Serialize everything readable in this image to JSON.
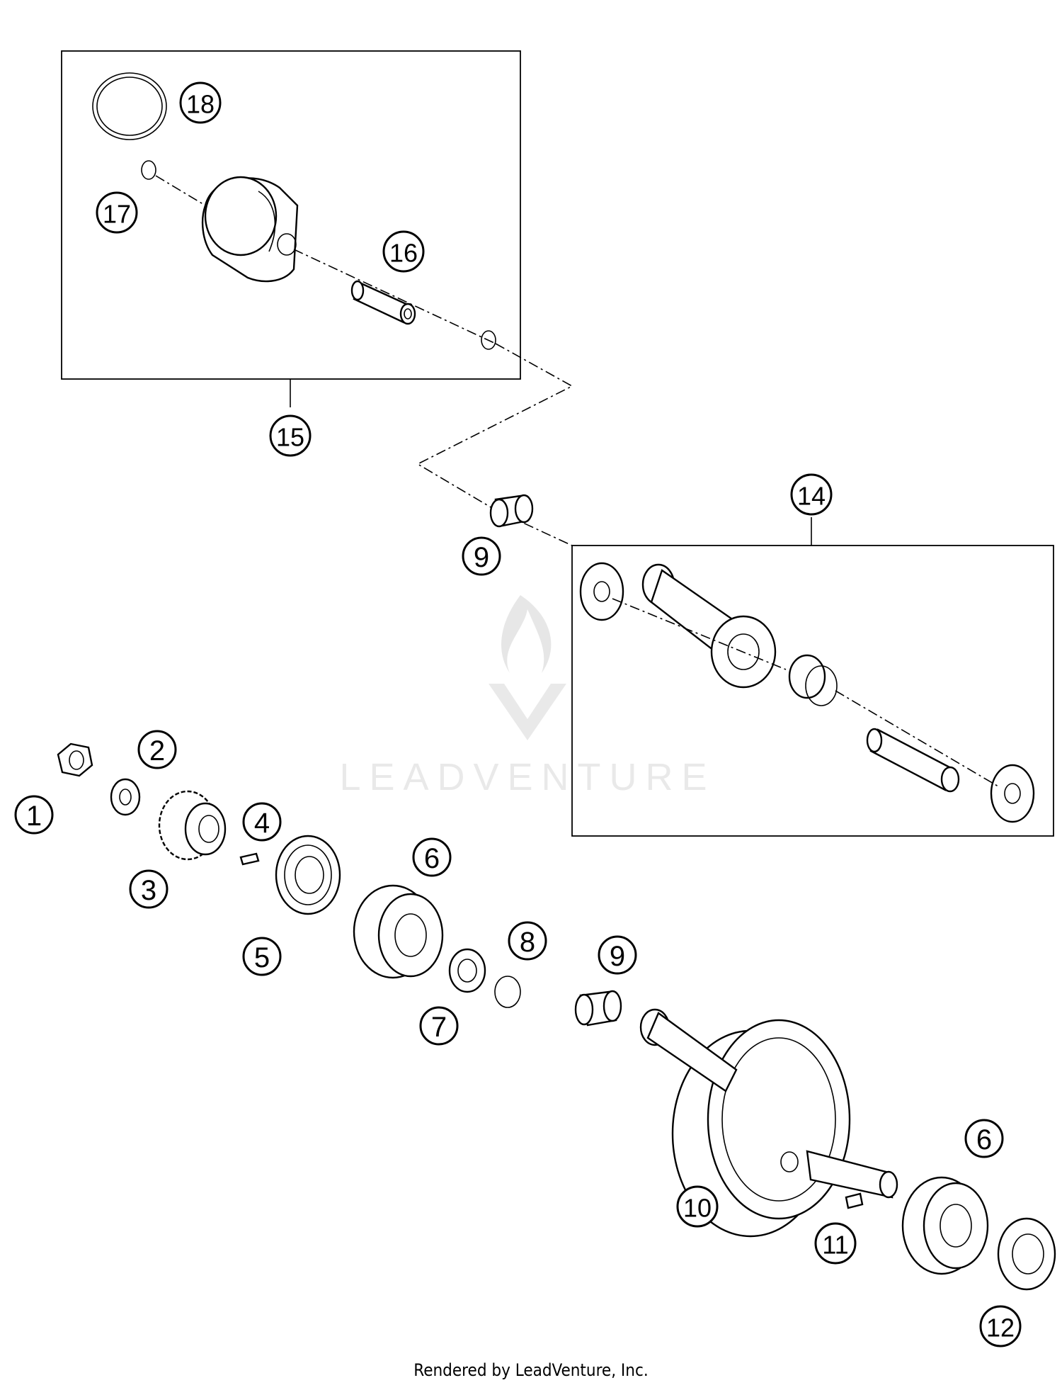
{
  "diagram": {
    "watermark": "LEADVENTURE",
    "footer": "Rendered by LeadVenture, Inc.",
    "callouts": [
      "1",
      "2",
      "3",
      "4",
      "5",
      "6",
      "7",
      "8",
      "9",
      "10",
      "11",
      "12",
      "14",
      "15",
      "16",
      "17",
      "18"
    ]
  }
}
